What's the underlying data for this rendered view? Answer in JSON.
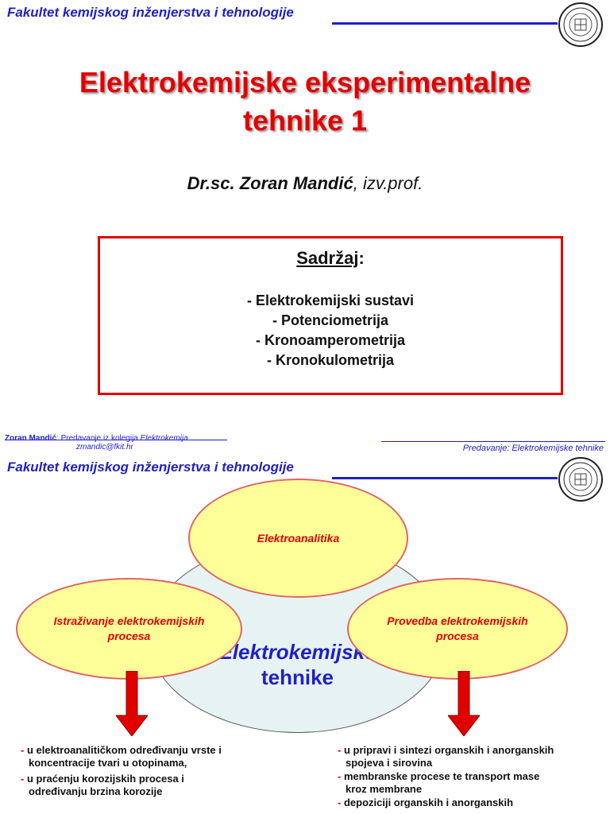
{
  "header": {
    "faculty": "Fakultet kemijskog inženjerstva i tehnologije"
  },
  "slide1": {
    "title_line1": "Elektrokemijske eksperimentalne",
    "title_line2": "tehnike 1",
    "author_main": "Dr.sc. Zoran Mandić",
    "author_suffix": ", izv.prof.",
    "content_heading": "Sadržaj",
    "content_colon": ":",
    "items": [
      "- Elektrokemijski sustavi",
      "- Potenciometrija",
      "- Kronoamperometrija",
      "- Kronokulometrija"
    ]
  },
  "footer": {
    "author": "Zoran Mandić",
    "lecture_prefix": ": Predavanje iz kolegija ",
    "course": "Elektrokemija",
    "email": "zmandic@fkit.hr",
    "right": "Predavanje: Elektrokemijske tehnike"
  },
  "slide2": {
    "faculty": "Fakultet kemijskog inženjerstva i tehnologije",
    "top_ellipse": "Elektroanalitika",
    "left_ellipse_l1": "Istraživanje elektrokemijskih",
    "left_ellipse_l2": "procesa",
    "right_ellipse_l1": "Provedba elektrokemijskih",
    "right_ellipse_l2": "procesa",
    "center_l1": "Elektrokemijske",
    "center_l2": "tehnike",
    "left_list": [
      {
        "l1": "u elektroanalitičkom određivanju vrste i",
        "l2": "koncentracije tvari u otopinama,"
      },
      {
        "l1": "u praćenju korozijskih procesa i",
        "l2": "određivanju brzina korozije"
      }
    ],
    "right_list": [
      {
        "l1": "u pripravi i sintezi organskih i anorganskih",
        "l2": "spojeva i sirovina"
      },
      {
        "l1": "membranske procese te transport mase",
        "l2": "kroz membrane"
      },
      {
        "l1": "depoziciji organskih i anorganskih",
        "l2": ""
      }
    ],
    "colors": {
      "arrow": "#e00000",
      "ellipse_fill": "#ffff99",
      "big_ellipse": "#e7f3f3"
    }
  }
}
